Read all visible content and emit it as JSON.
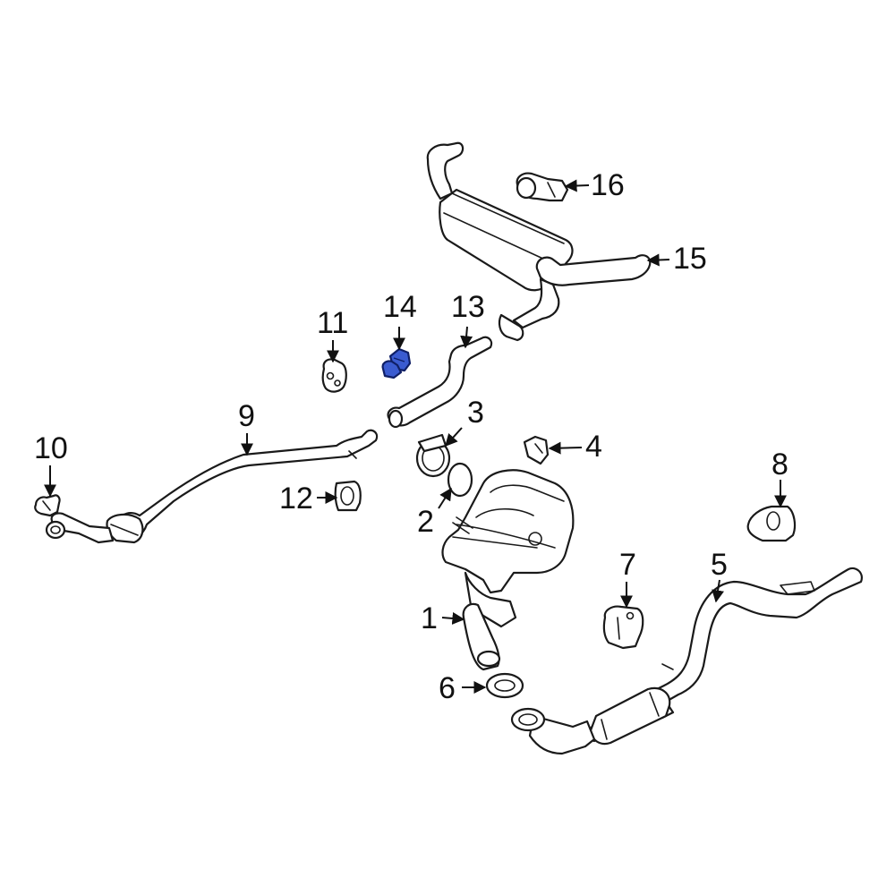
{
  "diagram": {
    "highlight_color": "#3a5bd0",
    "line_color": "#1a1a1a",
    "background": "#ffffff"
  },
  "callouts": {
    "c1": "1",
    "c2": "2",
    "c3": "3",
    "c4": "4",
    "c5": "5",
    "c6": "6",
    "c7": "7",
    "c8": "8",
    "c9": "9",
    "c10": "10",
    "c11": "11",
    "c12": "12",
    "c13": "13",
    "c14": "14",
    "c15": "15",
    "c16": "16"
  }
}
